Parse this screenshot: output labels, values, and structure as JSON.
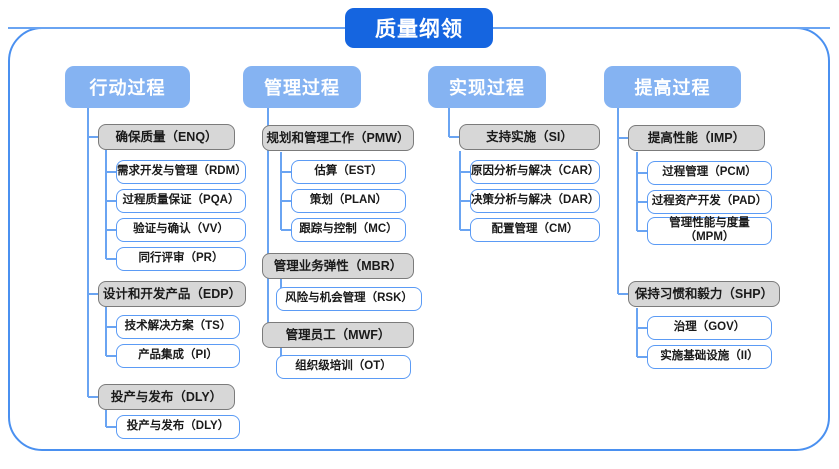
{
  "diagram": {
    "title": "质量纲领",
    "frame_color": "#4a90f0",
    "title_color": "#1565e0",
    "header_color": "#85b3f2",
    "group_color": "#d7d7d7",
    "leaf_border_color": "#5b9bf5",
    "columns": [
      {
        "header": "行动过程",
        "groups": [
          {
            "label": "确保质量（ENQ）",
            "children": [
              "需求开发与管理（RDM）",
              "过程质量保证（PQA）",
              "验证与确认（VV）",
              "同行评审（PR）"
            ]
          },
          {
            "label": "设计和开发产品（EDP）",
            "children": [
              "技术解决方案（TS）",
              "产品集成（PI）"
            ]
          },
          {
            "label": "投产与发布（DLY）",
            "children": [
              "投产与发布（DLY）"
            ]
          }
        ]
      },
      {
        "header": "管理过程",
        "groups": [
          {
            "label": "规划和管理工作（PMW）",
            "children": [
              "估算（EST）",
              "策划（PLAN）",
              "跟踪与控制（MC）"
            ]
          },
          {
            "label": "管理业务弹性（MBR）",
            "children": [
              "风险与机会管理（RSK）"
            ]
          },
          {
            "label": "管理员工（MWF）",
            "children": [
              "组织级培训（OT）"
            ]
          }
        ]
      },
      {
        "header": "实现过程",
        "groups": [
          {
            "label": "支持实施（SI）",
            "children": [
              "原因分析与解决（CAR）",
              "决策分析与解决（DAR）",
              "配置管理（CM）"
            ]
          }
        ]
      },
      {
        "header": "提高过程",
        "groups": [
          {
            "label": "提高性能（IMP）",
            "children": [
              "过程管理（PCM）",
              "过程资产开发（PAD）",
              "管理性能与度量（MPM）"
            ]
          },
          {
            "label": "保持习惯和毅力（SHP）",
            "children": [
              "治理（GOV）",
              "实施基础设施（II）"
            ]
          }
        ]
      }
    ]
  }
}
